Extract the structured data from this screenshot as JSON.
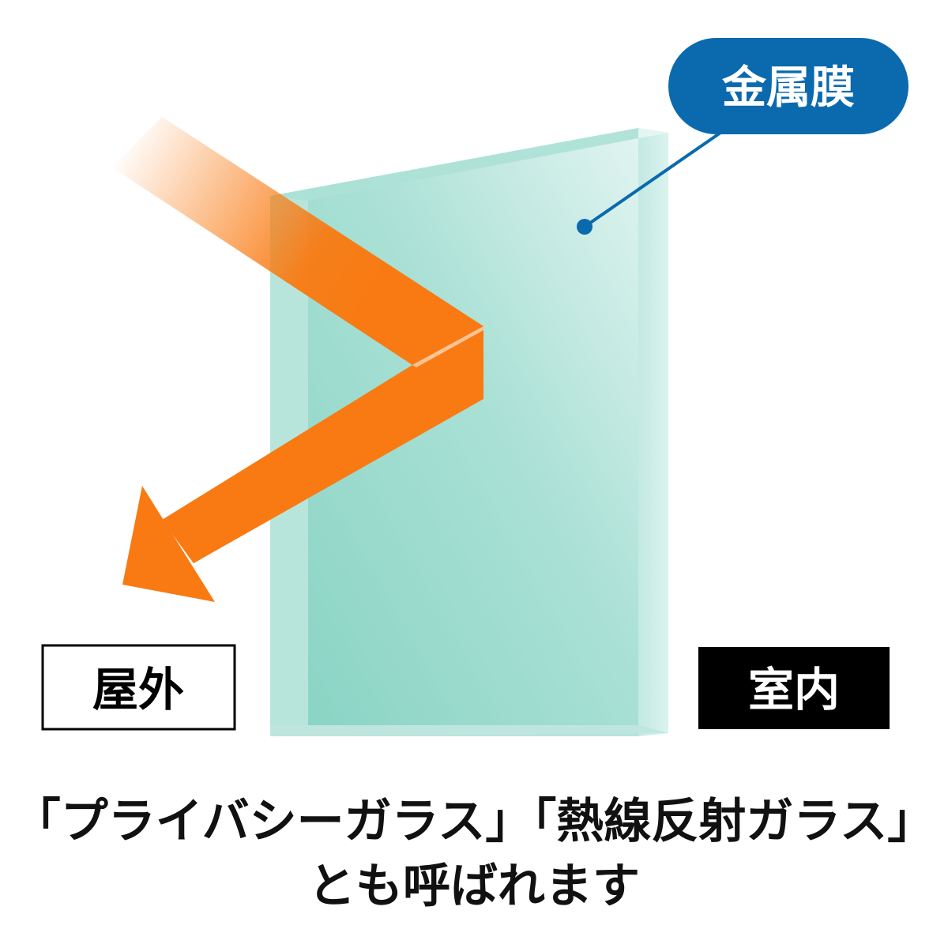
{
  "callout": {
    "label": "金属膜"
  },
  "labels": {
    "outside": "屋外",
    "inside": "室内"
  },
  "caption": {
    "line1": "「プライバシーガラス」「熱線反射ガラス」",
    "line2": "とも呼ばれます"
  },
  "colors": {
    "arrow": "#f97a12",
    "glass_face": "#9fdccf",
    "glass_edge": "#c8ece6",
    "callout_fill": "#0a6aad",
    "callout_text": "#ffffff",
    "inside_box": "#000000",
    "inside_text": "#ffffff",
    "outside_border": "#000000",
    "outside_text": "#000000"
  }
}
